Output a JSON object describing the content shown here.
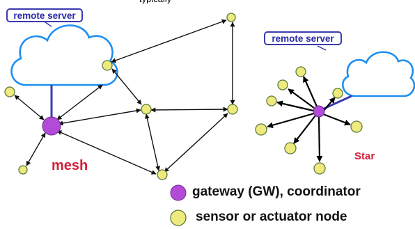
{
  "top_text": "typically",
  "mesh": {
    "server_label": "remote server",
    "network_label": "mesh"
  },
  "star": {
    "server_label": "remote server",
    "network_label": "Star"
  },
  "legend": {
    "gateway": "gateway (GW), coordinator",
    "sensor": "sensor or actuator node"
  },
  "colors": {
    "gateway": "#b24bd8",
    "node": "#eeea7e",
    "cloud": "#1e8ff0",
    "server_border": "#3a3ab0",
    "server_text": "#2a2aa8",
    "network_label": "#d11f3a",
    "uplink": "#3b3bb0"
  }
}
